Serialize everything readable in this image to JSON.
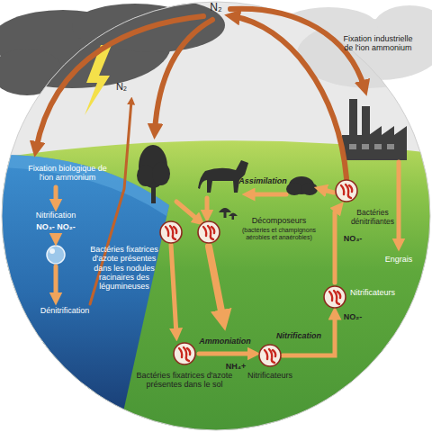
{
  "diagram": {
    "labels": [
      "N₂",
      "N₂",
      "Fixation industrielle de l'ion ammonium",
      "Fixation biologique de l'ion ammonium",
      "Nitrification",
      "NO₃- NO₂-",
      "Dénitrification",
      "Assimilation",
      "Décomposeurs",
      "(bactéries et champignons aérobies et anaérobies)",
      "Bactéries dénitrifiantes",
      "NO₃-",
      "Engrais",
      "Nitrificateurs",
      "NO₂-",
      "Bactéries fixatrices d'azote présentes dans les nodules racinaires des légumineuses",
      "Ammoniation",
      "Nitrification",
      "NH₄+",
      "Bactéries fixatrices d'azote présentes dans le sol",
      "Nitrificateurs"
    ]
  }
}
